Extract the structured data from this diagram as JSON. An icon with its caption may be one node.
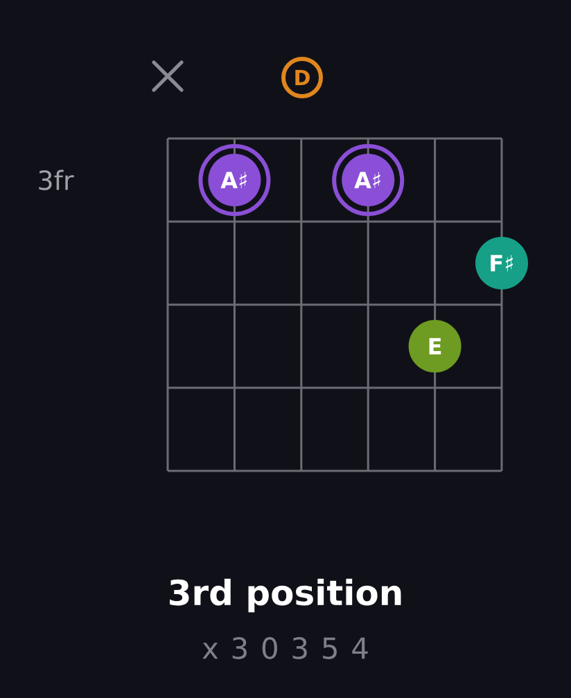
{
  "diagram": {
    "title": "3rd position",
    "nodes": [
      {
        "text": [
          "D"
        ]
      },
      {
        "text": [
          "A♯"
        ]
      },
      {
        "text": [
          "A♯"
        ]
      },
      {
        "text": [
          "F♯"
        ]
      },
      {
        "text": [
          "E"
        ]
      }
    ],
    "labels": [
      "3fr",
      "x 3 0 3 5 4"
    ]
  }
}
